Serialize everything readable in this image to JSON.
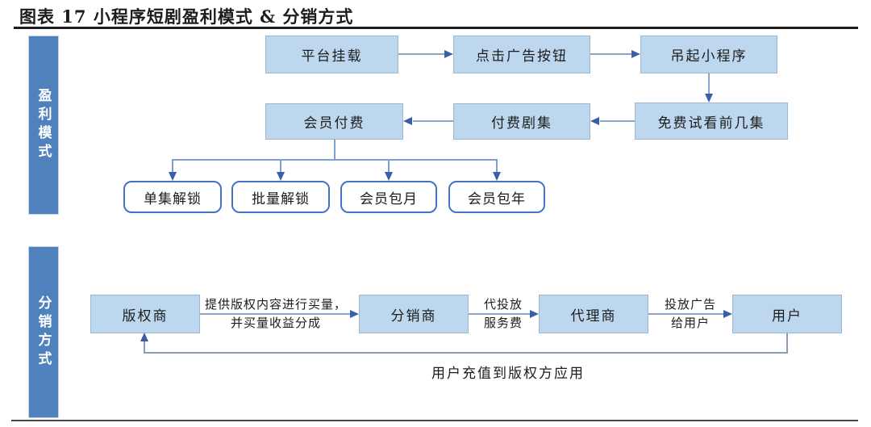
{
  "title": "图表 17 小程序短剧盈利模式 & 分销方式",
  "colors": {
    "node_fill": "#bdd7ee",
    "node_border": "#9ab7d4",
    "sidebar_fill": "#4f81bd",
    "option_border": "#4472c4",
    "line": "#8aa5c6",
    "arrowhead": "#3a5fa9",
    "branch_line": "#7da0d0",
    "return_line": "#8a9cb8"
  },
  "sections": {
    "profit_label": "盈利模式",
    "distribution_label": "分销方式"
  },
  "profit_flow": {
    "row1": [
      "平台挂载",
      "点击广告按钮",
      "吊起小程序"
    ],
    "row2": [
      "会员付费",
      "付费剧集",
      "免费试看前几集"
    ],
    "options": [
      "单集解锁",
      "批量解锁",
      "会员包月",
      "会员包年"
    ]
  },
  "distribution_flow": {
    "nodes": [
      "版权商",
      "分销商",
      "代理商",
      "用户"
    ],
    "edge_labels": [
      [
        "提供版权内容进行买量，",
        "并买量收益分成"
      ],
      [
        "代投放",
        "服务费"
      ],
      [
        "投放广告",
        "给用户"
      ]
    ],
    "return_label": "用户充值到版权方应用"
  }
}
